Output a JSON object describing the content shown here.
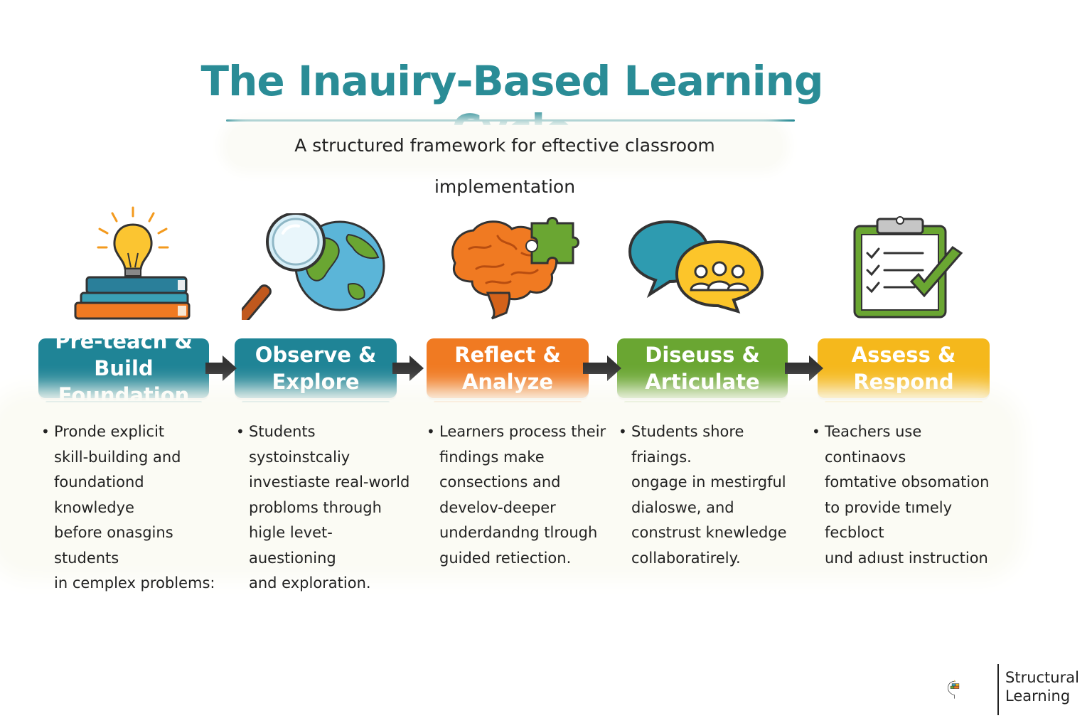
{
  "title": "The Inauiry-Based Learning Cycle",
  "subtitle": "A structured framework for eftective classroom implementation",
  "colors": {
    "title": "#2a8c96",
    "stage1": "#1f8496",
    "stage2": "#1f8496",
    "stage3": "#f07a22",
    "stage4": "#6aa632",
    "stage5": "#f5b81c"
  },
  "stages": [
    {
      "label_line1": "Pre-teach &",
      "label_line2": "Build Foundation",
      "icon": "lightbulb-books-icon",
      "bullet": "•",
      "desc_lines": [
        "Pronde explicit",
        "skill-building and",
        "foundationd knowledye",
        "before onasgins students",
        "in cemplex problems:"
      ]
    },
    {
      "label_line1": "Observe &",
      "label_line2": "Explore",
      "icon": "magnifier-globe-icon",
      "bullet": "•",
      "desc_lines": [
        "Students systoinstcaliy",
        "investiaste real-world",
        "probloms through",
        "higle levet-auestioning",
        "and exploration."
      ]
    },
    {
      "label_line1": "Reflect &",
      "label_line2": "Analyze",
      "icon": "brain-puzzle-icon",
      "bullet": "•",
      "desc_lines": [
        "Learners process their",
        "findings make",
        "consections and",
        "develov-deeper",
        "underdandng tlrough",
        "guided retiection."
      ]
    },
    {
      "label_line1": "Diseuss &",
      "label_line2": "Articulate",
      "icon": "speech-bubbles-icon",
      "bullet": "•",
      "desc_lines": [
        "Students shore friaings.",
        "ongage in mestirgful",
        "dialoswe, and",
        "construst knewledge",
        "collaboratirely."
      ]
    },
    {
      "label_line1": "Assess &",
      "label_line2": "Respond",
      "icon": "clipboard-check-icon",
      "bullet": "•",
      "desc_lines": [
        "Teachers use continaovs",
        "fomtative obsomation",
        "to provide tımely fecbloct",
        "und adıust instruction"
      ]
    }
  ],
  "logo": {
    "line1": "Structural",
    "line2": "Learning",
    "icon": "head-blocks-icon"
  }
}
